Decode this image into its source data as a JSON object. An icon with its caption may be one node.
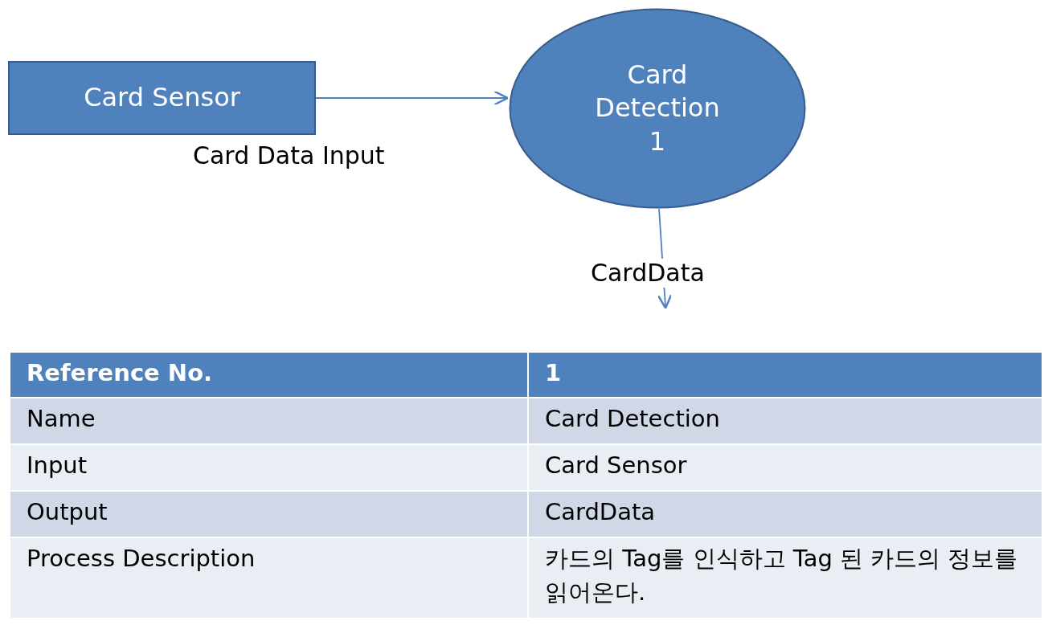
{
  "diagram": {
    "nodes": [
      {
        "text": [
          "Card Sensor"
        ]
      },
      {
        "text": [
          "Card Detection",
          "1"
        ]
      }
    ],
    "edges": [
      {
        "from": 0,
        "to": 1,
        "arrow": "to",
        "label": "Card Data Input"
      },
      {
        "from": 1,
        "to": null,
        "arrow": "to",
        "label": "CardData"
      }
    ],
    "labels": [
      "Reference No.",
      "1",
      "Name",
      "Card Detection",
      "Input",
      "Card Sensor",
      "Output",
      "CardData",
      "Process Description",
      "카드의 Tag를 인식하고 Tag 된 카드의 정보를 읽어온다."
    ]
  }
}
